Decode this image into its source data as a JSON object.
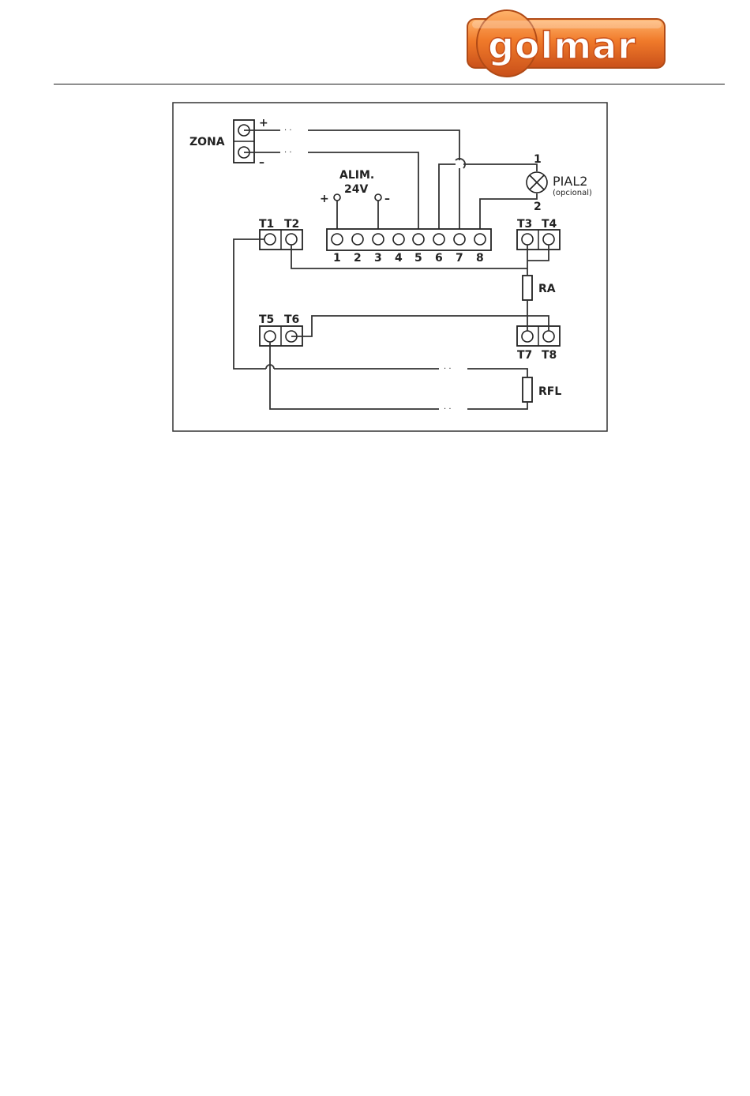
{
  "brand": {
    "logo_text": "golmar"
  },
  "diagram": {
    "zona": {
      "label": "ZONA",
      "plus": "+",
      "minus": "–"
    },
    "alim": {
      "title": "ALIM.",
      "voltage": "24V",
      "plus": "+",
      "minus": "–"
    },
    "terminal_block": {
      "pins": [
        "1",
        "2",
        "3",
        "4",
        "5",
        "6",
        "7",
        "8"
      ]
    },
    "lamp": {
      "name": "PIAL2",
      "note": "(opcional)",
      "pin1": "1",
      "pin2": "2"
    },
    "terminals": {
      "t1": "T1",
      "t2": "T2",
      "t3": "T3",
      "t4": "T4",
      "t5": "T5",
      "t6": "T6",
      "t7": "T7",
      "t8": "T8"
    },
    "resistors": {
      "ra": "RA",
      "rfl": "RFL"
    },
    "break_mark": "· ·"
  }
}
